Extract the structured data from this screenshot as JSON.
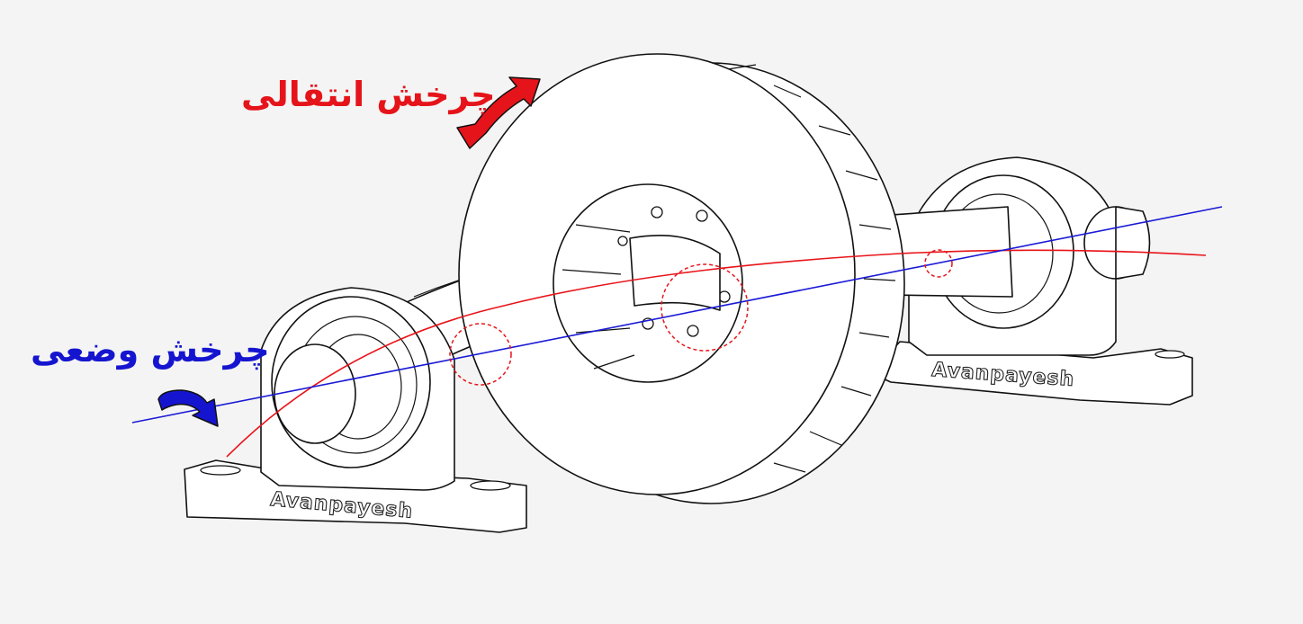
{
  "labels": {
    "transition_rotation": "چرخش انتقالی",
    "position_rotation": "چرخش وضعی"
  },
  "bearings": {
    "left_brand": "Avanpayesh",
    "right_brand": "Avanpayesh"
  },
  "colors": {
    "red_curve": "#e8141a",
    "blue_line": "#1a1ad6",
    "red_label": "#e5141a",
    "blue_label": "#1515d0",
    "background": "#f4f4f4"
  },
  "icons": {
    "transition_rotation_arrow": "curved-double-arrow-icon",
    "position_rotation_arrow": "curved-arrow-icon"
  }
}
